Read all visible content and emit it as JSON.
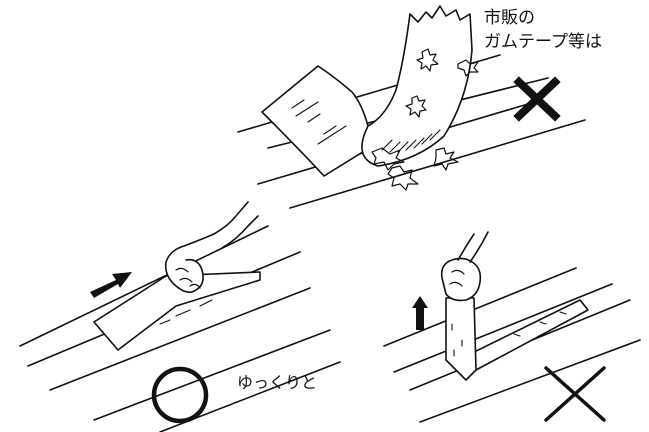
{
  "labels": {
    "commercial_tape_line1": "市販の",
    "commercial_tape_line2": "ガムテープ等は",
    "slowly": "ゆっくりと"
  },
  "marks": {
    "top_panel": "ng",
    "bottom_left_panel": "ok",
    "bottom_right_panel": "ng"
  },
  "colors": {
    "ink": "#111111",
    "background": "#ffffff"
  }
}
